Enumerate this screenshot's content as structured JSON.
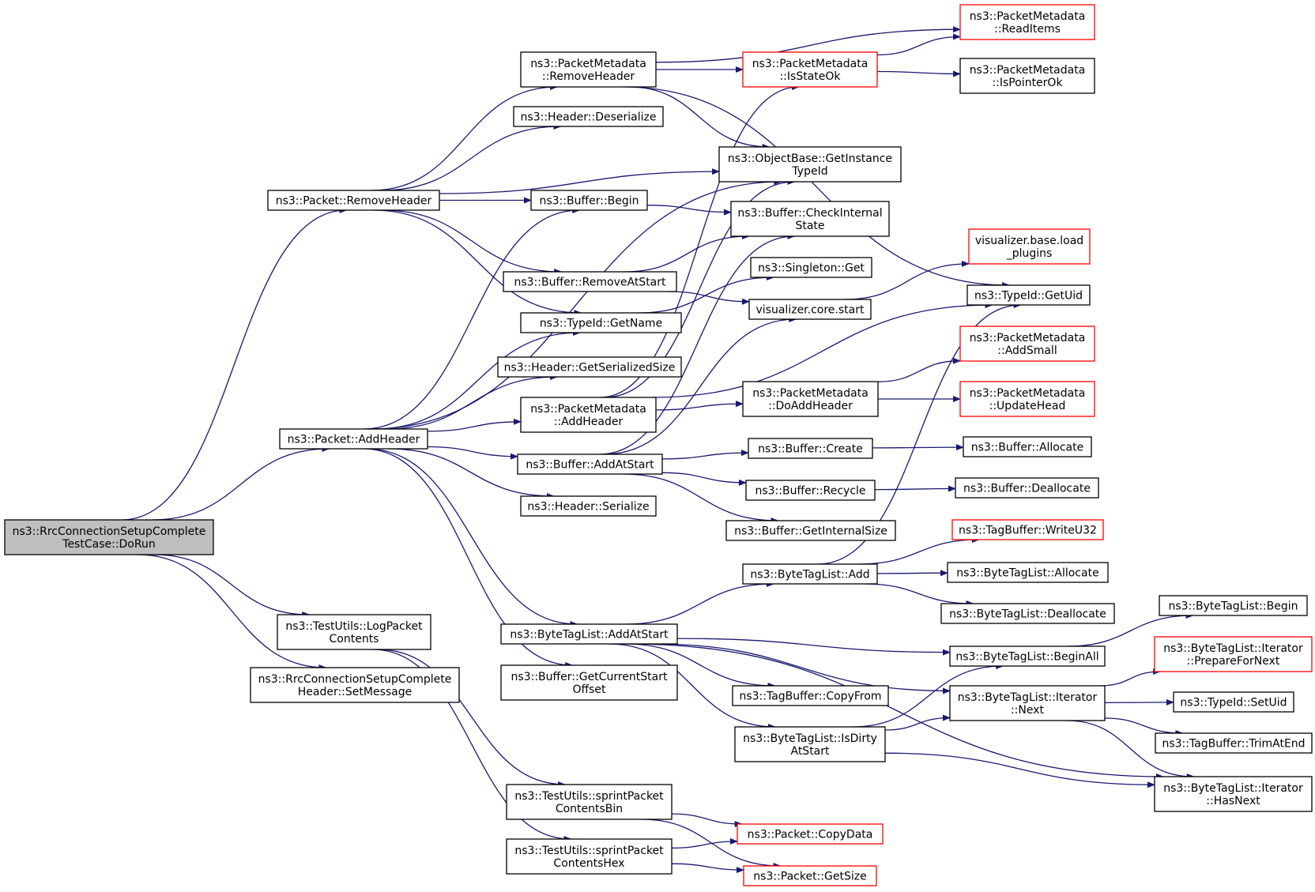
{
  "colors": {
    "edge": "#191970",
    "root_fill": "#bfbfbf",
    "node_fill": "#ffffff",
    "border_normal": "#000000",
    "border_red": "#ff0000"
  },
  "nodes": [
    {
      "id": "doRun",
      "lines": [
        "ns3::RrcConnectionSetupComplete",
        "TestCase::DoRun"
      ],
      "style": "root"
    },
    {
      "id": "removeHeader",
      "lines": [
        "ns3::Packet::RemoveHeader"
      ],
      "style": "normal"
    },
    {
      "id": "addHeader",
      "lines": [
        "ns3::Packet::AddHeader"
      ],
      "style": "normal"
    },
    {
      "id": "logPacket",
      "lines": [
        "ns3::TestUtils::LogPacket",
        "Contents"
      ],
      "style": "normal"
    },
    {
      "id": "setMessage",
      "lines": [
        "ns3::RrcConnectionSetupComplete",
        "Header::SetMessage"
      ],
      "style": "normal"
    },
    {
      "id": "pmRemoveHeader",
      "lines": [
        "ns3::PacketMetadata",
        "::RemoveHeader"
      ],
      "style": "normal"
    },
    {
      "id": "hdrDeserialize",
      "lines": [
        "ns3::Header::Deserialize"
      ],
      "style": "normal"
    },
    {
      "id": "bufBegin",
      "lines": [
        "ns3::Buffer::Begin"
      ],
      "style": "normal"
    },
    {
      "id": "bufRemoveAtStart",
      "lines": [
        "ns3::Buffer::RemoveAtStart"
      ],
      "style": "normal"
    },
    {
      "id": "typeGetName",
      "lines": [
        "ns3::TypeId::GetName"
      ],
      "style": "normal"
    },
    {
      "id": "hdrGetSerSize",
      "lines": [
        "ns3::Header::GetSerializedSize"
      ],
      "style": "normal"
    },
    {
      "id": "pmAddHeader",
      "lines": [
        "ns3::PacketMetadata",
        "::AddHeader"
      ],
      "style": "normal"
    },
    {
      "id": "bufAddAtStart",
      "lines": [
        "ns3::Buffer::AddAtStart"
      ],
      "style": "normal"
    },
    {
      "id": "hdrSerialize",
      "lines": [
        "ns3::Header::Serialize"
      ],
      "style": "normal"
    },
    {
      "id": "btlAddAtStart",
      "lines": [
        "ns3::ByteTagList::AddAtStart"
      ],
      "style": "normal"
    },
    {
      "id": "bufGetCurStart",
      "lines": [
        "ns3::Buffer::GetCurrentStart",
        "Offset"
      ],
      "style": "normal"
    },
    {
      "id": "sprintBin",
      "lines": [
        "ns3::TestUtils::sprintPacket",
        "ContentsBin"
      ],
      "style": "normal"
    },
    {
      "id": "sprintHex",
      "lines": [
        "ns3::TestUtils::sprintPacket",
        "ContentsHex"
      ],
      "style": "normal"
    },
    {
      "id": "pmIsStateOk",
      "lines": [
        "ns3::PacketMetadata",
        "::IsStateOk"
      ],
      "style": "red"
    },
    {
      "id": "objGetInstance",
      "lines": [
        "ns3::ObjectBase::GetInstance",
        "TypeId"
      ],
      "style": "normal"
    },
    {
      "id": "bufCheckInternal",
      "lines": [
        "ns3::Buffer::CheckInternal",
        "State"
      ],
      "style": "normal"
    },
    {
      "id": "singletonGet",
      "lines": [
        "ns3::Singleton::Get"
      ],
      "style": "normal"
    },
    {
      "id": "vizCoreStart",
      "lines": [
        "visualizer.core.start"
      ],
      "style": "normal"
    },
    {
      "id": "pmDoAddHeader",
      "lines": [
        "ns3::PacketMetadata",
        "::DoAddHeader"
      ],
      "style": "normal"
    },
    {
      "id": "bufCreate",
      "lines": [
        "ns3::Buffer::Create"
      ],
      "style": "normal"
    },
    {
      "id": "bufRecycle",
      "lines": [
        "ns3::Buffer::Recycle"
      ],
      "style": "normal"
    },
    {
      "id": "bufGetInternalSize",
      "lines": [
        "ns3::Buffer::GetInternalSize"
      ],
      "style": "normal"
    },
    {
      "id": "btlAdd",
      "lines": [
        "ns3::ByteTagList::Add"
      ],
      "style": "normal"
    },
    {
      "id": "tbCopyFrom",
      "lines": [
        "ns3::TagBuffer::CopyFrom"
      ],
      "style": "normal"
    },
    {
      "id": "btlIsDirty",
      "lines": [
        "ns3::ByteTagList::IsDirty",
        "AtStart"
      ],
      "style": "normal"
    },
    {
      "id": "pktCopyData",
      "lines": [
        "ns3::Packet::CopyData"
      ],
      "style": "red"
    },
    {
      "id": "pktGetSize",
      "lines": [
        "ns3::Packet::GetSize"
      ],
      "style": "red"
    },
    {
      "id": "pmReadItems",
      "lines": [
        "ns3::PacketMetadata",
        "::ReadItems"
      ],
      "style": "red"
    },
    {
      "id": "pmIsPointerOk",
      "lines": [
        "ns3::PacketMetadata",
        "::IsPointerOk"
      ],
      "style": "normal"
    },
    {
      "id": "vizLoadPlugins",
      "lines": [
        "visualizer.base.load",
        "_plugins"
      ],
      "style": "red"
    },
    {
      "id": "typeGetUid",
      "lines": [
        "ns3::TypeId::GetUid"
      ],
      "style": "normal"
    },
    {
      "id": "pmAddSmall",
      "lines": [
        "ns3::PacketMetadata",
        "::AddSmall"
      ],
      "style": "red"
    },
    {
      "id": "pmUpdateHead",
      "lines": [
        "ns3::PacketMetadata",
        "::UpdateHead"
      ],
      "style": "red"
    },
    {
      "id": "bufAllocate",
      "lines": [
        "ns3::Buffer::Allocate"
      ],
      "style": "normal"
    },
    {
      "id": "bufDeallocate",
      "lines": [
        "ns3::Buffer::Deallocate"
      ],
      "style": "normal"
    },
    {
      "id": "tbWriteU32",
      "lines": [
        "ns3::TagBuffer::WriteU32"
      ],
      "style": "red"
    },
    {
      "id": "btlAllocate",
      "lines": [
        "ns3::ByteTagList::Allocate"
      ],
      "style": "normal"
    },
    {
      "id": "btlDeallocate",
      "lines": [
        "ns3::ByteTagList::Deallocate"
      ],
      "style": "normal"
    },
    {
      "id": "btlBeginAll",
      "lines": [
        "ns3::ByteTagList::BeginAll"
      ],
      "style": "normal"
    },
    {
      "id": "btlIterNext",
      "lines": [
        "ns3::ByteTagList::Iterator",
        "::Next"
      ],
      "style": "normal"
    },
    {
      "id": "btlBegin",
      "lines": [
        "ns3::ByteTagList::Begin"
      ],
      "style": "normal"
    },
    {
      "id": "btlIterPrepare",
      "lines": [
        "ns3::ByteTagList::Iterator",
        "::PrepareForNext"
      ],
      "style": "red"
    },
    {
      "id": "typeSetUid",
      "lines": [
        "ns3::TypeId::SetUid"
      ],
      "style": "normal"
    },
    {
      "id": "tbTrimAtEnd",
      "lines": [
        "ns3::TagBuffer::TrimAtEnd"
      ],
      "style": "normal"
    },
    {
      "id": "btlIterHasNext",
      "lines": [
        "ns3::ByteTagList::Iterator",
        "::HasNext"
      ],
      "style": "normal"
    }
  ],
  "edges": [
    {
      "from": "doRun",
      "to": "removeHeader"
    },
    {
      "from": "doRun",
      "to": "addHeader"
    },
    {
      "from": "doRun",
      "to": "logPacket"
    },
    {
      "from": "doRun",
      "to": "setMessage"
    },
    {
      "from": "removeHeader",
      "to": "pmRemoveHeader"
    },
    {
      "from": "removeHeader",
      "to": "hdrDeserialize"
    },
    {
      "from": "removeHeader",
      "to": "objGetInstance"
    },
    {
      "from": "removeHeader",
      "to": "bufBegin"
    },
    {
      "from": "removeHeader",
      "to": "bufRemoveAtStart"
    },
    {
      "from": "removeHeader",
      "to": "typeGetName"
    },
    {
      "from": "addHeader",
      "to": "bufBegin"
    },
    {
      "from": "addHeader",
      "to": "objGetInstance"
    },
    {
      "from": "addHeader",
      "to": "typeGetName"
    },
    {
      "from": "addHeader",
      "to": "hdrGetSerSize"
    },
    {
      "from": "addHeader",
      "to": "pmAddHeader"
    },
    {
      "from": "addHeader",
      "to": "bufAddAtStart"
    },
    {
      "from": "addHeader",
      "to": "hdrSerialize"
    },
    {
      "from": "addHeader",
      "to": "btlAddAtStart"
    },
    {
      "from": "addHeader",
      "to": "bufGetCurStart"
    },
    {
      "from": "logPacket",
      "to": "sprintBin"
    },
    {
      "from": "logPacket",
      "to": "sprintHex"
    },
    {
      "from": "pmRemoveHeader",
      "to": "pmReadItems"
    },
    {
      "from": "pmRemoveHeader",
      "to": "pmIsStateOk"
    },
    {
      "from": "pmRemoveHeader",
      "to": "objGetInstance"
    },
    {
      "from": "pmRemoveHeader",
      "to": "typeGetUid"
    },
    {
      "from": "pmIsStateOk",
      "to": "pmReadItems"
    },
    {
      "from": "pmIsStateOk",
      "to": "pmIsPointerOk"
    },
    {
      "from": "bufBegin",
      "to": "bufCheckInternal"
    },
    {
      "from": "bufRemoveAtStart",
      "to": "bufCheckInternal"
    },
    {
      "from": "bufRemoveAtStart",
      "to": "vizCoreStart"
    },
    {
      "from": "typeGetName",
      "to": "singletonGet"
    },
    {
      "from": "pmAddHeader",
      "to": "pmIsStateOk"
    },
    {
      "from": "pmAddHeader",
      "to": "objGetInstance"
    },
    {
      "from": "pmAddHeader",
      "to": "typeGetUid"
    },
    {
      "from": "pmAddHeader",
      "to": "pmDoAddHeader"
    },
    {
      "from": "bufAddAtStart",
      "to": "bufCheckInternal"
    },
    {
      "from": "bufAddAtStart",
      "to": "vizCoreStart"
    },
    {
      "from": "bufAddAtStart",
      "to": "bufCreate"
    },
    {
      "from": "bufAddAtStart",
      "to": "bufRecycle"
    },
    {
      "from": "bufAddAtStart",
      "to": "bufGetInternalSize"
    },
    {
      "from": "vizCoreStart",
      "to": "vizLoadPlugins"
    },
    {
      "from": "pmDoAddHeader",
      "to": "pmAddSmall"
    },
    {
      "from": "pmDoAddHeader",
      "to": "pmUpdateHead"
    },
    {
      "from": "bufCreate",
      "to": "bufAllocate"
    },
    {
      "from": "bufRecycle",
      "to": "bufDeallocate"
    },
    {
      "from": "btlAddAtStart",
      "to": "btlAdd"
    },
    {
      "from": "btlAddAtStart",
      "to": "btlBeginAll"
    },
    {
      "from": "btlAddAtStart",
      "to": "btlIterNext"
    },
    {
      "from": "btlAddAtStart",
      "to": "tbCopyFrom"
    },
    {
      "from": "btlAddAtStart",
      "to": "btlIsDirty"
    },
    {
      "from": "btlAddAtStart",
      "to": "btlIterHasNext"
    },
    {
      "from": "btlAdd",
      "to": "tbWriteU32"
    },
    {
      "from": "btlAdd",
      "to": "btlAllocate"
    },
    {
      "from": "btlAdd",
      "to": "btlDeallocate"
    },
    {
      "from": "btlAdd",
      "to": "typeGetUid"
    },
    {
      "from": "btlIsDirty",
      "to": "btlBeginAll"
    },
    {
      "from": "btlIsDirty",
      "to": "btlIterNext"
    },
    {
      "from": "btlIsDirty",
      "to": "btlIterHasNext"
    },
    {
      "from": "btlBeginAll",
      "to": "btlBegin"
    },
    {
      "from": "btlIterNext",
      "to": "btlIterPrepare"
    },
    {
      "from": "btlIterNext",
      "to": "typeSetUid"
    },
    {
      "from": "btlIterNext",
      "to": "tbTrimAtEnd"
    },
    {
      "from": "btlIterNext",
      "to": "btlIterHasNext"
    },
    {
      "from": "sprintBin",
      "to": "pktCopyData"
    },
    {
      "from": "sprintBin",
      "to": "pktGetSize"
    },
    {
      "from": "sprintHex",
      "to": "pktCopyData"
    },
    {
      "from": "sprintHex",
      "to": "pktGetSize"
    }
  ]
}
